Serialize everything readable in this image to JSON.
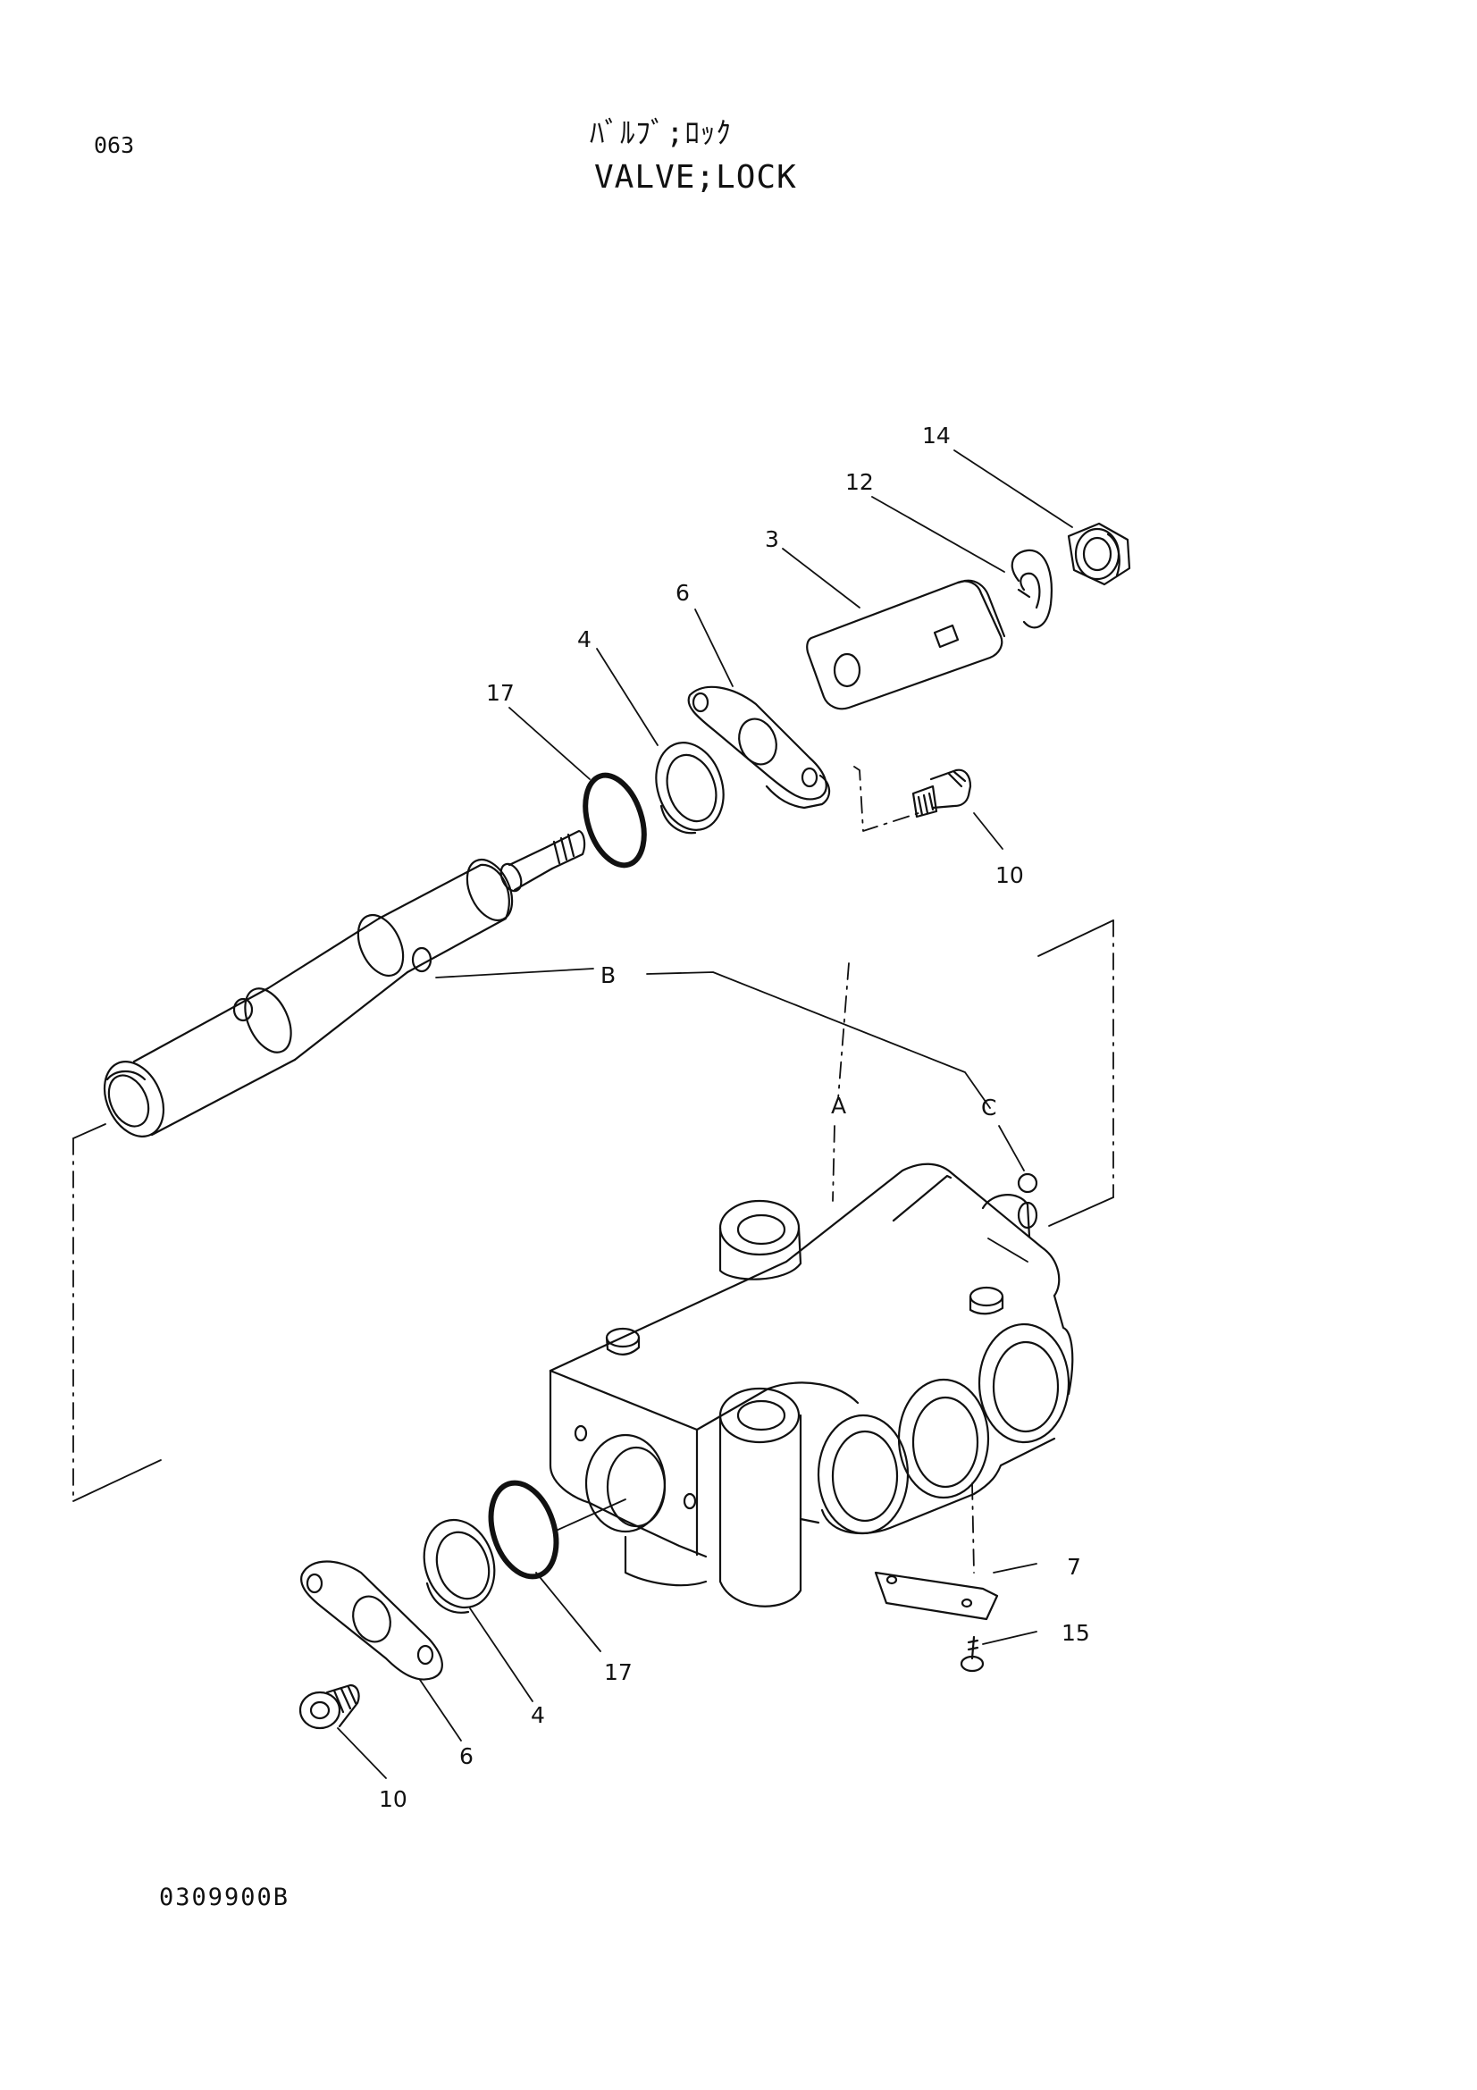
{
  "page": {
    "number": "063",
    "title_jp": "ﾊﾞﾙﾌﾞ;ﾛｯｸ",
    "title_en": "VALVE;LOCK",
    "drawing_code": "0309900B"
  },
  "callouts": {
    "c14": "14",
    "c12": "12",
    "c3": "3",
    "c6_top": "6",
    "c4_top": "4",
    "c17_top": "17",
    "c10_top": "10",
    "cB": "B",
    "cA": "A",
    "cC": "C",
    "c7": "7",
    "c15": "15",
    "c17_bot": "17",
    "c4_bot": "4",
    "c6_bot": "6",
    "c10_bot": "10"
  }
}
